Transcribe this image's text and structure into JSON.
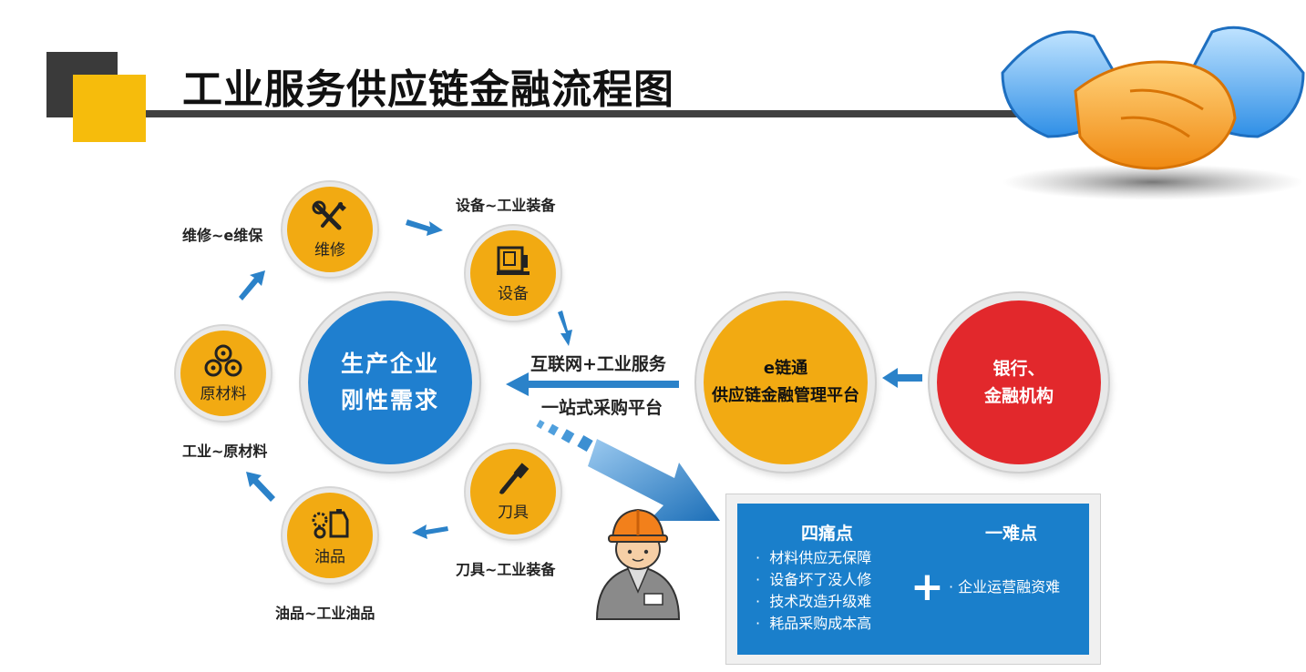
{
  "header": {
    "title": "工业服务供应链金融流程图"
  },
  "nodes": {
    "weixiu": {
      "label": "维修",
      "caption": "维修~e维保"
    },
    "shebei": {
      "label": "设备",
      "caption": "设备~工业装备"
    },
    "yuancailiao": {
      "label": "原材料",
      "caption": "工业~原材料"
    },
    "daoju": {
      "label": "刀具",
      "caption": "刀具~工业装备"
    },
    "youpin": {
      "label": "油品",
      "caption": "油品~工业油品"
    }
  },
  "center": {
    "line1": "生产企业",
    "line2": "刚性需求"
  },
  "platform": {
    "line1": "e链通",
    "line2": "供应链金融管理平台"
  },
  "bank": {
    "line1": "银行、",
    "line2": "金融机构"
  },
  "middle_text": {
    "line1": "互联网+工业服务",
    "line2": "一站式采购平台"
  },
  "pain_box": {
    "left_title": "四痛点",
    "left_items": [
      "材料供应无保障",
      "设备坏了没人修",
      "技术改造升级难",
      "耗品采购成本高"
    ],
    "plus": "+",
    "right_title": "一难点",
    "right_items": [
      "企业运营融资难"
    ]
  },
  "colors": {
    "gold": "#f2aa12",
    "blue": "#1f7fcf",
    "red": "#e2282c",
    "arrow": "#2b82c9",
    "dark": "#3a3a3a"
  },
  "icons": [
    "tools-icon",
    "equipment-icon",
    "material-rolls-icon",
    "cutter-icon",
    "oil-can-icon",
    "handshake-icon",
    "worker-icon"
  ]
}
